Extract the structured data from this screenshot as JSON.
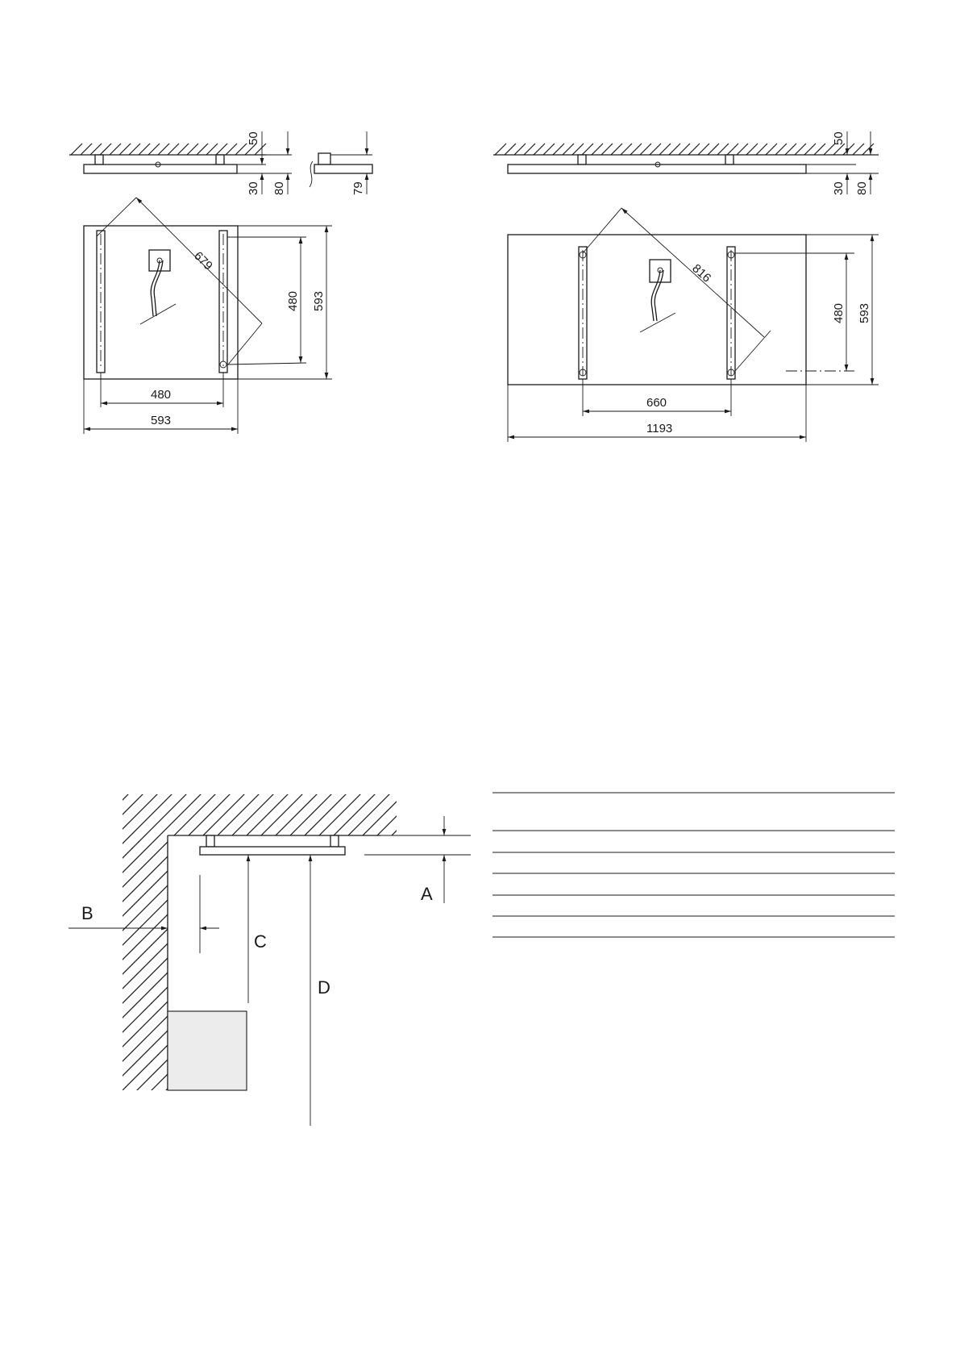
{
  "drawing_small": {
    "dim_50": "50",
    "dim_30": "30",
    "dim_80": "80",
    "dim_79": "79",
    "dim_diagonal": "679",
    "dim_480_vertical": "480",
    "dim_593_vertical": "593",
    "dim_480_horizontal": "480",
    "dim_593_horizontal": "593"
  },
  "drawing_large": {
    "dim_50": "50",
    "dim_30": "30",
    "dim_80": "80",
    "dim_diagonal": "816",
    "dim_480_vertical": "480",
    "dim_593_vertical": "593",
    "dim_660_horizontal": "660",
    "dim_1193_horizontal": "1193"
  },
  "clearance_diagram": {
    "label_a": "A",
    "label_b": "B",
    "label_c": "C",
    "label_d": "D"
  },
  "table": {
    "row_count": 6
  }
}
